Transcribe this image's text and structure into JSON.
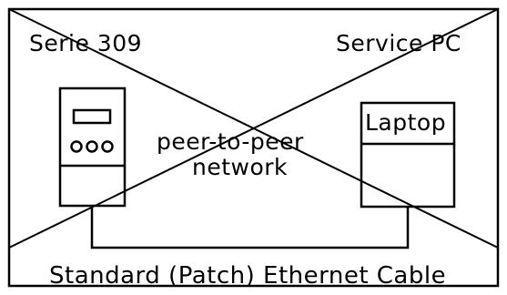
{
  "labels": {
    "device_left": "Serie 309",
    "device_right": "Service PC",
    "laptop": "Laptop",
    "network_line1": "peer-to-peer",
    "network_line2": "network",
    "cable": "Standard (Patch) Ethernet Cable"
  },
  "colors": {
    "line": "#000000",
    "background": "#ffffff"
  }
}
